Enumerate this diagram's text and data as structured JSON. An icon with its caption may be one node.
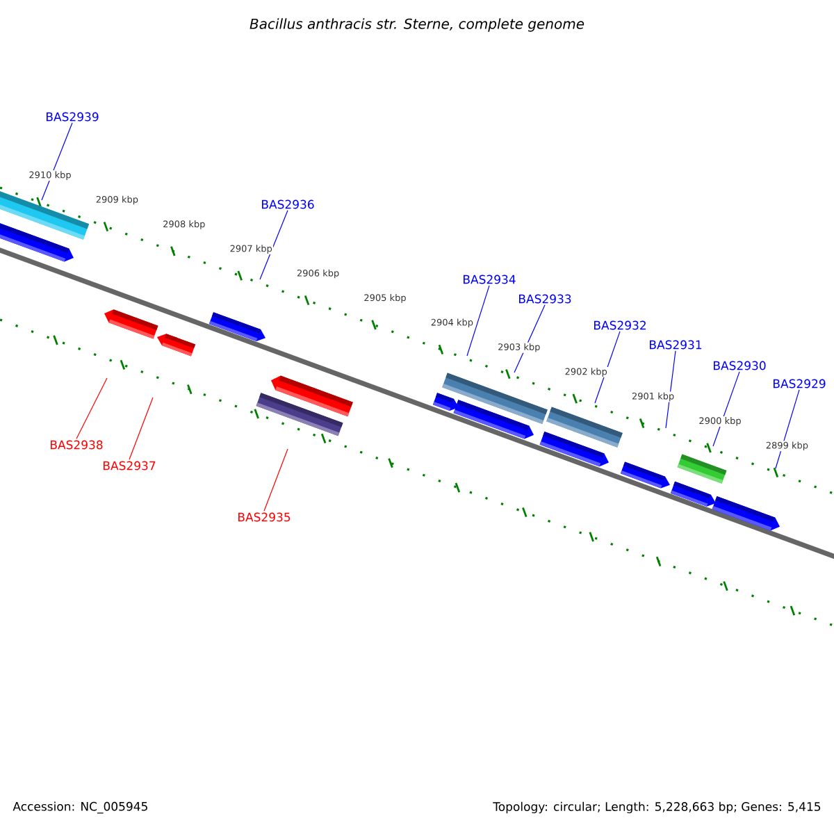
{
  "diagram": {
    "title": "Bacillus anthracis str. Sterne, complete genome",
    "nodes": [
      {
        "text": [
          "BAS2939"
        ]
      },
      {
        "text": [
          "BAS2936"
        ]
      },
      {
        "text": [
          "BAS2934"
        ]
      },
      {
        "text": [
          "BAS2933"
        ]
      },
      {
        "text": [
          "BAS2932"
        ]
      },
      {
        "text": [
          "BAS2931"
        ]
      },
      {
        "text": [
          "BAS2930"
        ]
      },
      {
        "text": [
          "BAS2929"
        ]
      },
      {
        "text": [
          "BAS2938"
        ]
      },
      {
        "text": [
          "BAS2937"
        ]
      },
      {
        "text": [
          "BAS2935"
        ]
      }
    ],
    "edges": [
      {
        "from": 0,
        "to": null,
        "arrow": "none"
      },
      {
        "from": 1,
        "to": null,
        "arrow": "none"
      },
      {
        "from": 2,
        "to": null,
        "arrow": "none"
      },
      {
        "from": 3,
        "to": null,
        "arrow": "none"
      },
      {
        "from": 4,
        "to": null,
        "arrow": "none"
      },
      {
        "from": 5,
        "to": null,
        "arrow": "none"
      },
      {
        "from": 6,
        "to": null,
        "arrow": "none"
      },
      {
        "from": 7,
        "to": null,
        "arrow": "none"
      },
      {
        "from": 8,
        "to": null,
        "arrow": "none",
        "color": "#ff0000"
      },
      {
        "from": 9,
        "to": null,
        "arrow": "none",
        "color": "#ff0000"
      },
      {
        "from": 10,
        "to": null,
        "arrow": "none",
        "color": "#ff0000"
      }
    ],
    "labels": [
      "2910 kbp",
      "2909 kbp",
      "2908 kbp",
      "2907 kbp",
      "2906 kbp",
      "2905 kbp",
      "2904 kbp",
      "2903 kbp",
      "2902 kbp",
      "2901 kbp",
      "2900 kbp",
      "2899 kbp",
      "Accession: NC_005945",
      "Topology: circular; Length: 5,228,663 bp; Genes: 5,415"
    ]
  }
}
